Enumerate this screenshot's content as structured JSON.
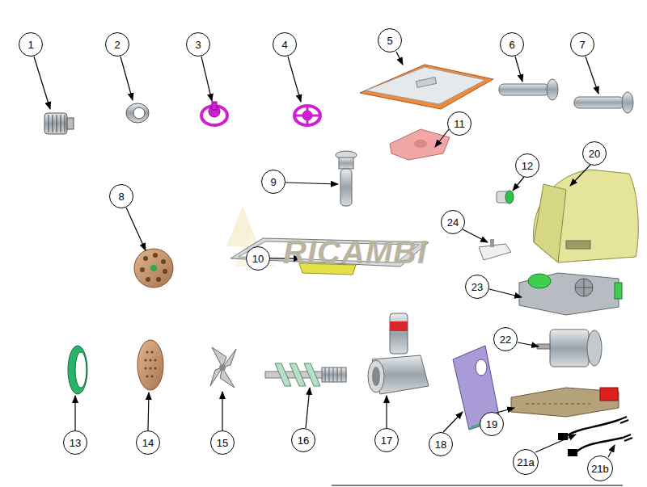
{
  "diagram": {
    "nodes": [
      {
        "text": [
          "1"
        ]
      },
      {
        "text": [
          "2"
        ]
      },
      {
        "text": [
          "3"
        ]
      },
      {
        "text": [
          "4"
        ]
      },
      {
        "text": [
          "5"
        ]
      },
      {
        "text": [
          "6"
        ]
      },
      {
        "text": [
          "7"
        ]
      },
      {
        "text": [
          "11"
        ]
      },
      {
        "text": [
          "9"
        ]
      },
      {
        "text": [
          "12"
        ]
      },
      {
        "text": [
          "20"
        ]
      },
      {
        "text": [
          "8"
        ]
      },
      {
        "text": [
          "24"
        ]
      },
      {
        "text": [
          "10"
        ]
      },
      {
        "text": [
          "23"
        ]
      },
      {
        "text": [
          "22"
        ]
      },
      {
        "text": [
          "13"
        ]
      },
      {
        "text": [
          "14"
        ]
      },
      {
        "text": [
          "15"
        ]
      },
      {
        "text": [
          "16"
        ]
      },
      {
        "text": [
          "17"
        ]
      },
      {
        "text": [
          "18"
        ]
      },
      {
        "text": [
          "19"
        ]
      },
      {
        "text": [
          "21a"
        ]
      },
      {
        "text": [
          "21b"
        ]
      }
    ],
    "labels": [
      "RICAMBI"
    ]
  }
}
